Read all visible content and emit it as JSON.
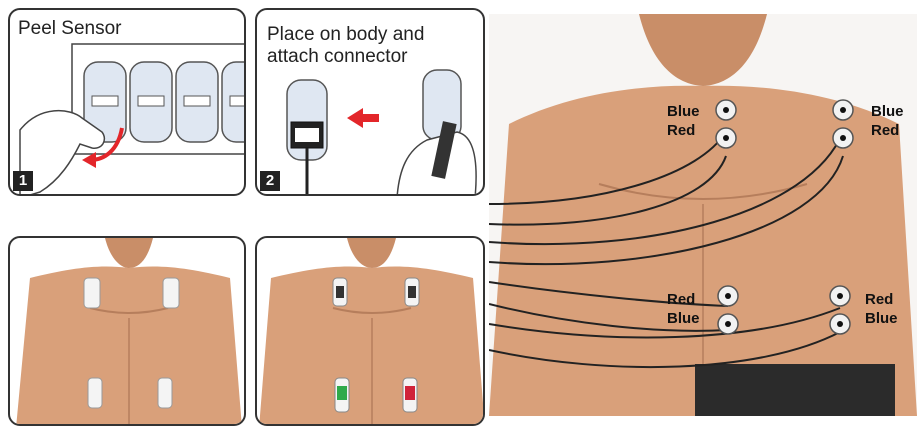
{
  "panels": {
    "p1": {
      "label": "Peel Sensor",
      "number": "1"
    },
    "p2": {
      "label_line1": "Place on body and",
      "label_line2": "attach connector",
      "number": "2"
    }
  },
  "photo": {
    "labels": {
      "upper_left": {
        "top": "Blue",
        "bottom": "Red"
      },
      "upper_right": {
        "top": "Blue",
        "bottom": "Red"
      },
      "lower_left": {
        "top": "Red",
        "bottom": "Blue"
      },
      "lower_right": {
        "top": "Red",
        "bottom": "Blue"
      }
    }
  },
  "colors": {
    "skin": "#d9a07a",
    "sensor_green": "#2faa4a",
    "sensor_red": "#d0243a",
    "arrow": "#e3262a"
  }
}
